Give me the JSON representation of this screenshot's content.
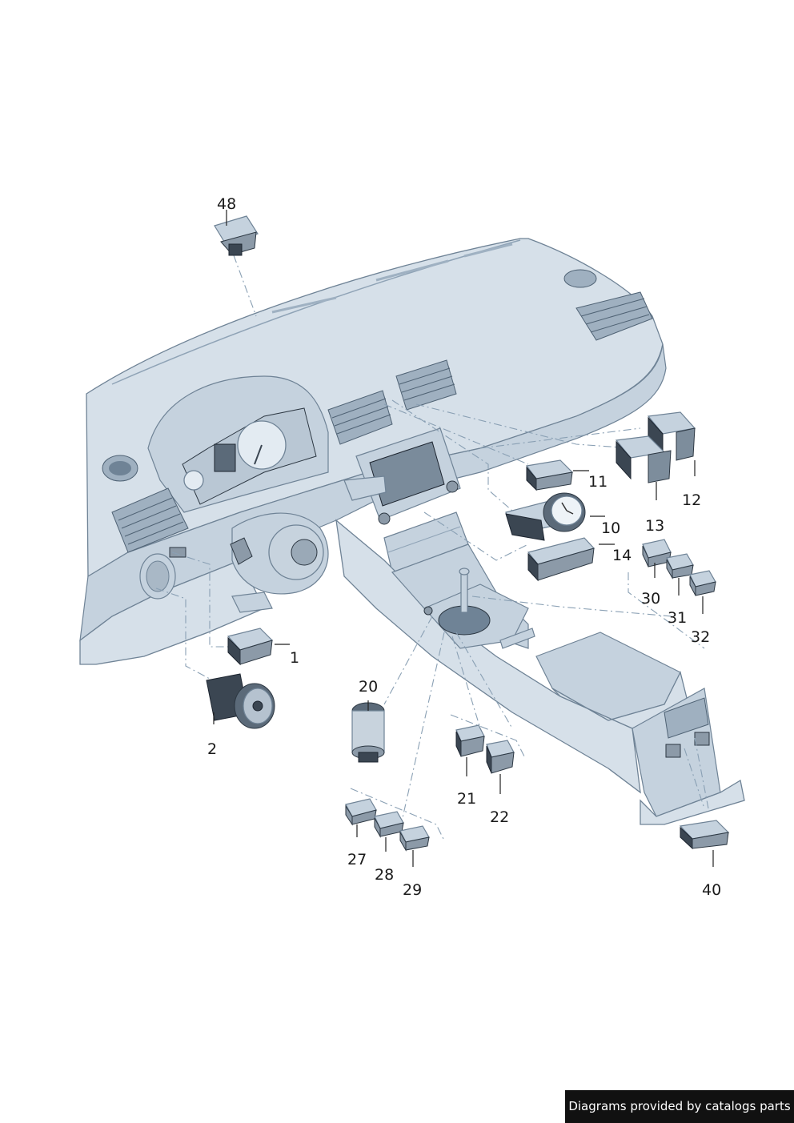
{
  "parts": [
    {
      "id": "1",
      "label": "1"
    },
    {
      "id": "2",
      "label": "2"
    },
    {
      "id": "10",
      "label": "10"
    },
    {
      "id": "11",
      "label": "11"
    },
    {
      "id": "12",
      "label": "12"
    },
    {
      "id": "13",
      "label": "13"
    },
    {
      "id": "14",
      "label": "14"
    },
    {
      "id": "20",
      "label": "20"
    },
    {
      "id": "21",
      "label": "21"
    },
    {
      "id": "22",
      "label": "22"
    },
    {
      "id": "27",
      "label": "27"
    },
    {
      "id": "28",
      "label": "28"
    },
    {
      "id": "29",
      "label": "29"
    },
    {
      "id": "30",
      "label": "30"
    },
    {
      "id": "31",
      "label": "31"
    },
    {
      "id": "32",
      "label": "32"
    },
    {
      "id": "40",
      "label": "40"
    },
    {
      "id": "48",
      "label": "48"
    }
  ],
  "watermark": "Diagrams provided by catalogs parts"
}
